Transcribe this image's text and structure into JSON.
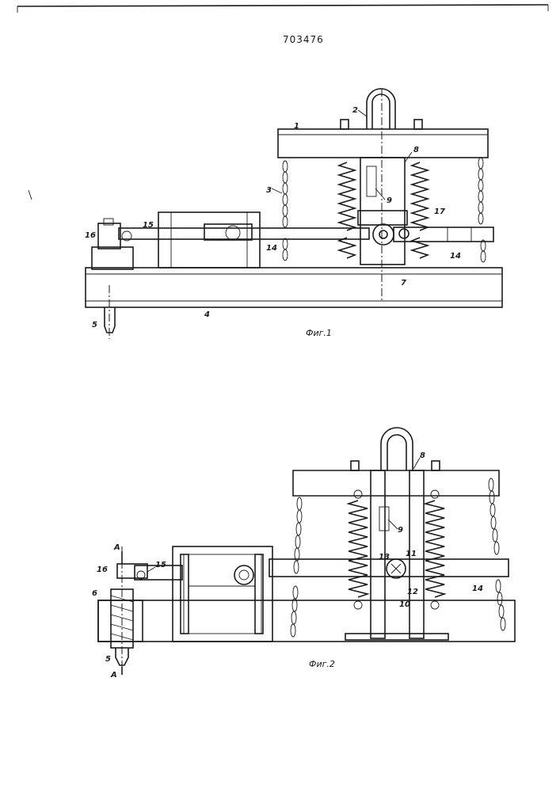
{
  "patent_number": "703476",
  "figures": [
    {
      "caption": "Фиг.1",
      "labels": [
        "1",
        "2",
        "3",
        "4",
        "5",
        "7",
        "8",
        "9",
        "14",
        "14",
        "15",
        "16",
        "17"
      ]
    },
    {
      "caption": "Фиг.2",
      "labels": [
        "A",
        "A",
        "16",
        "15",
        "6",
        "5",
        "8",
        "9",
        "13",
        "11",
        "12",
        "10",
        "14"
      ]
    }
  ],
  "colors": {
    "ink": "#1a1a1a",
    "paper": "#ffffff"
  }
}
